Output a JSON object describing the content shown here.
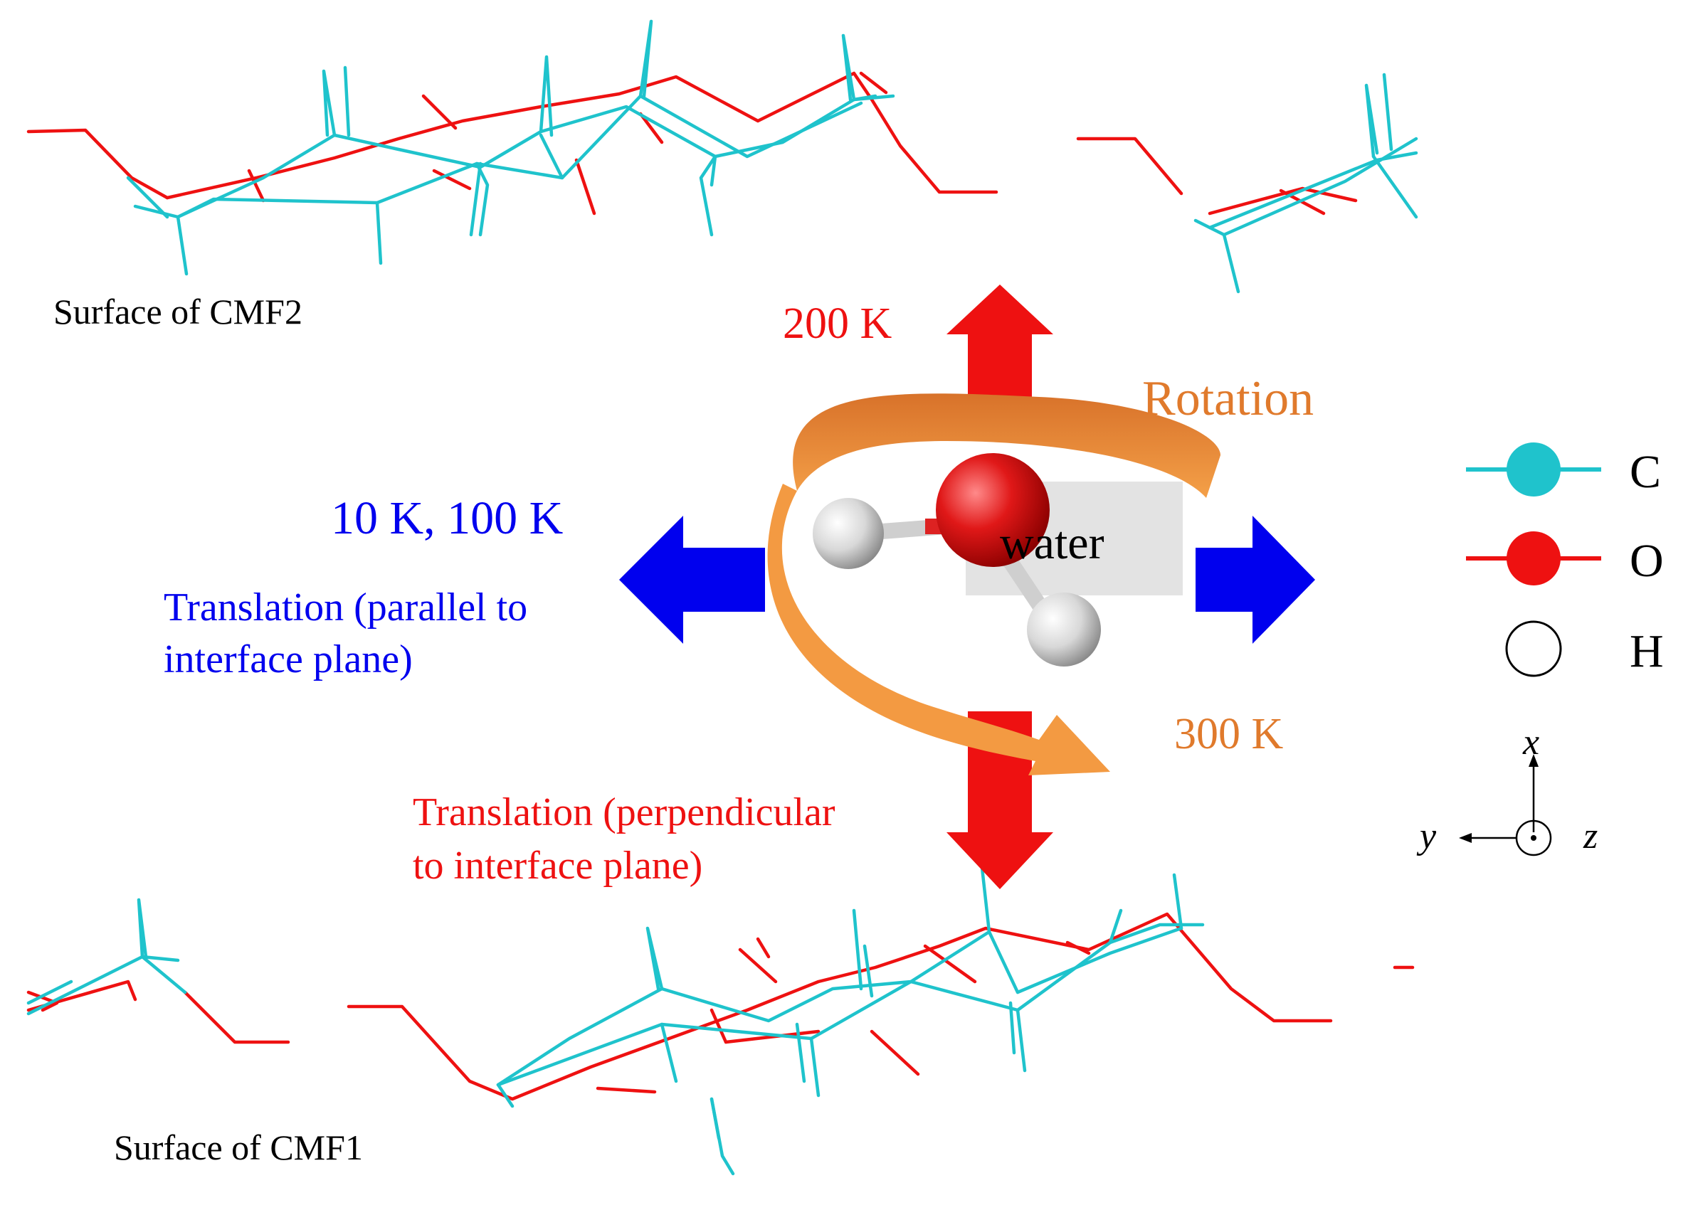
{
  "labels": {
    "surface_top": "Surface of CMF2",
    "surface_bottom": "Surface of CMF1",
    "temp_200": "200 K",
    "temp_10_100": "10 K, 100 K",
    "temp_300": "300 K",
    "rotation": "Rotation",
    "water": "water",
    "translation_parallel_line1": "Translation (parallel to",
    "translation_parallel_line2": "interface plane)",
    "translation_perp_line1": "Translation (perpendicular",
    "translation_perp_line2": "to interface plane)"
  },
  "legend": {
    "carbon": "C",
    "oxygen": "O",
    "hydrogen": "H"
  },
  "axes": {
    "x": "x",
    "y": "y",
    "z": "z"
  },
  "colors": {
    "carbon": "#1fc3cc",
    "oxygen": "#ee1111",
    "translation_perpendicular": "#ee1111",
    "translation_parallel": "#0000ee",
    "rotation": "#e07a2c",
    "text_black": "#000000"
  }
}
